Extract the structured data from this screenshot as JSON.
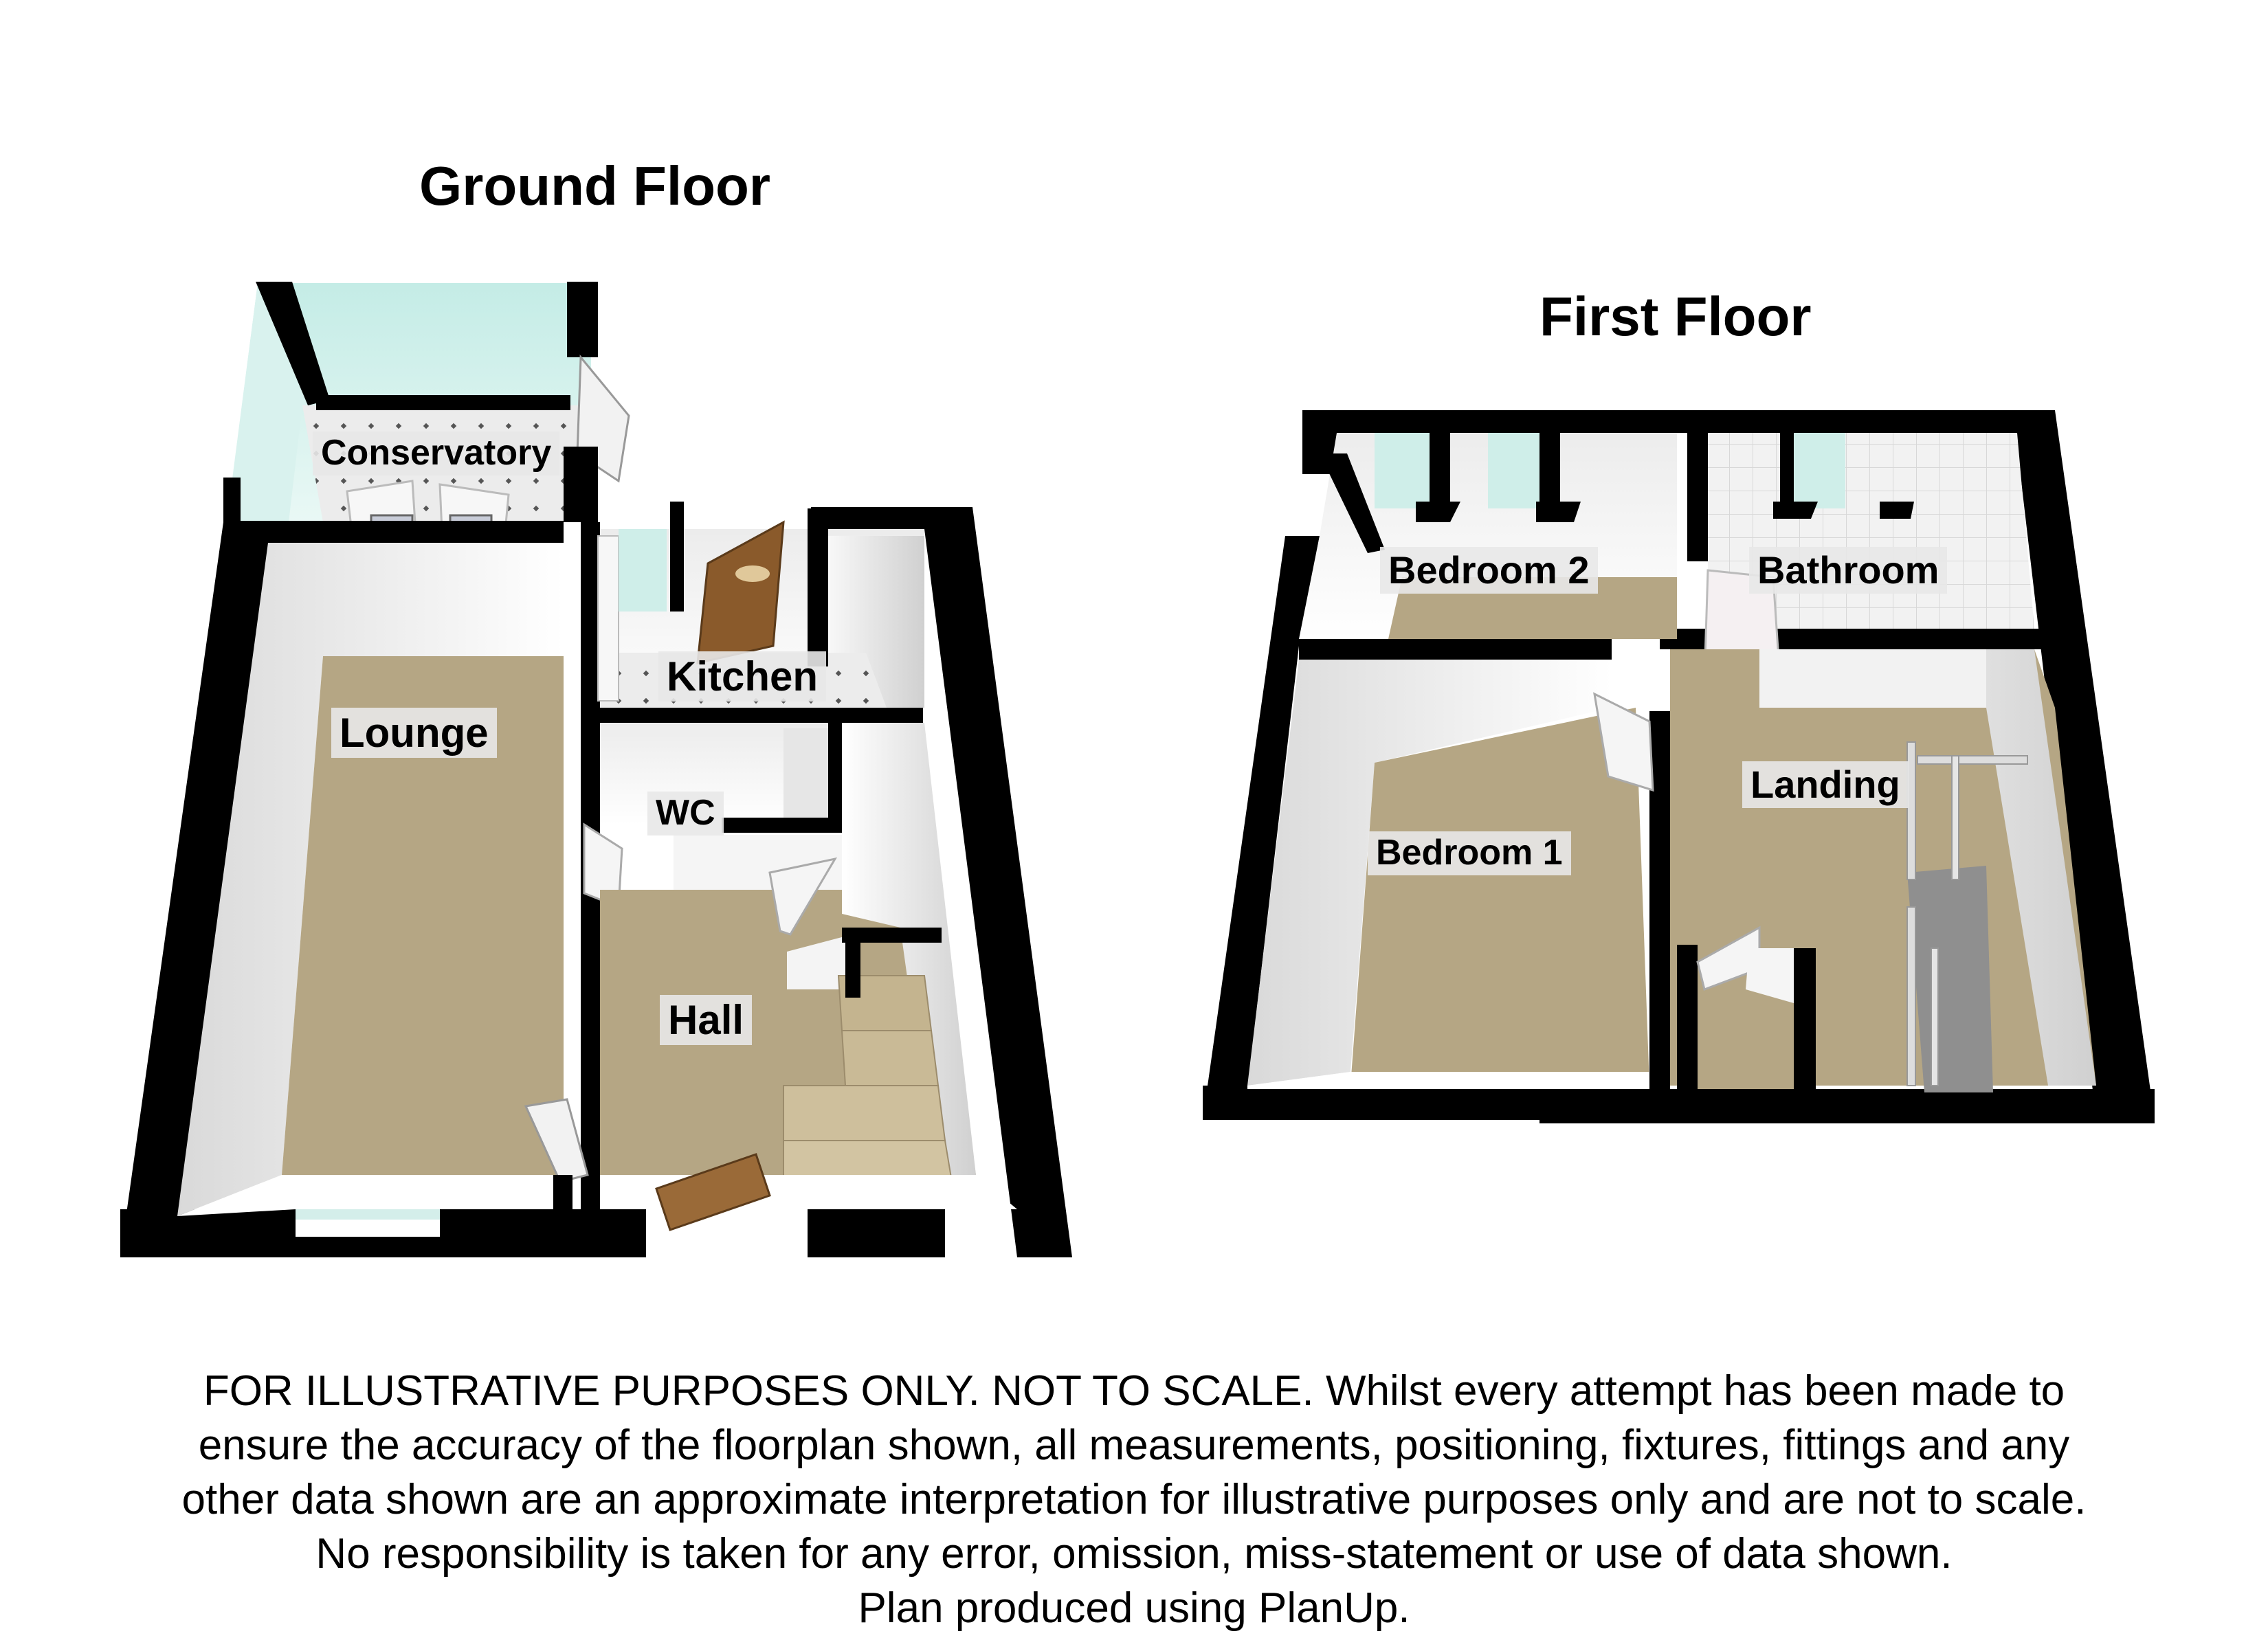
{
  "ground_floor": {
    "title": "Ground Floor",
    "rooms": {
      "conservatory": "Conservatory",
      "lounge": "Lounge",
      "kitchen": "Kitchen",
      "wc": "WC",
      "hall": "Hall"
    }
  },
  "first_floor": {
    "title": "First Floor",
    "rooms": {
      "bedroom_2": "Bedroom 2",
      "bathroom": "Bathroom",
      "landing": "Landing",
      "bedroom_1": "Bedroom 1"
    }
  },
  "disclaimer": {
    "line1": "FOR ILLUSTRATIVE PURPOSES ONLY. NOT TO SCALE.  Whilst every attempt has been made to",
    "line2": "ensure the accuracy of the floorplan shown, all measurements, positioning, fixtures, fittings and any",
    "line3": "other data shown are an approximate interpretation for illustrative purposes only and are not to scale.",
    "line4": "No responsibility is taken for any error, omission, miss-statement or use of data shown.",
    "line5": "Plan produced using PlanUp."
  },
  "colors": {
    "wall": "#000000",
    "floor": "#b5a684",
    "wall_face": "#f4f4f4",
    "glass": "#cfeee9",
    "label_bg": "#e8e8e8"
  }
}
